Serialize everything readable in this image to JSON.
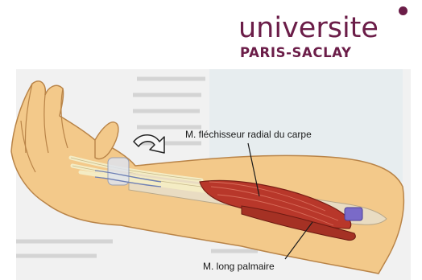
{
  "logo": {
    "word": "universite",
    "subtitle": "PARIS-SACLAY",
    "color": "#6b1d48"
  },
  "labels": {
    "top": "M. fléchisseur radial du carpe",
    "bottom": "M. long palmaire"
  },
  "colors": {
    "skin": "#f3c98a",
    "tendon": "#f4ecc4",
    "muscle": "#b8372a",
    "bone": "#e9dcc2",
    "tissue": "#7a6ac8"
  }
}
